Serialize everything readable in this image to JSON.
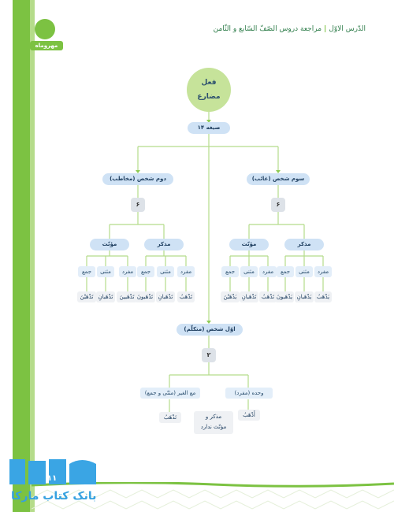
{
  "header": {
    "lesson": "الدّرس الاوّل",
    "title": "مراجعة دروس الصّفّ السّابع و الثّامن"
  },
  "logo": {
    "text": "مهروماه"
  },
  "page_number": "۱۱",
  "watermark": {
    "text": "بانک کتاب مارکا"
  },
  "colors": {
    "accent_green": "#7cc242",
    "pill_blue": "#cfe2f5",
    "text_blue": "#1f3f60"
  },
  "diagram": {
    "root": {
      "line1": "فعل",
      "line2": "مضارع"
    },
    "total": "۱۴ صیغه",
    "third_person": {
      "title": "سوم شخص (غائب)",
      "count": "۶",
      "masc": {
        "title": "مذکر",
        "cells": [
          "مفرد",
          "مثنی",
          "جمع"
        ],
        "forms": [
          "يَذْهَبُ",
          "يَذْهَبانِ",
          "يَذْهَبونَ"
        ]
      },
      "fem": {
        "title": "مؤنّث",
        "cells": [
          "مفرد",
          "مثنی",
          "جمع"
        ],
        "forms": [
          "تَذْهَبُ",
          "تَذْهَبانِ",
          "يَذْهَبْنَ"
        ]
      }
    },
    "second_person": {
      "title": "دوم شخص (مخاطب)",
      "count": "۶",
      "masc": {
        "title": "مذکر",
        "cells": [
          "مفرد",
          "مثنی",
          "جمع"
        ],
        "forms": [
          "تَذْهَبُ",
          "تَذْهَبانِ",
          "تَذْهَبونَ"
        ]
      },
      "fem": {
        "title": "مؤنّث",
        "cells": [
          "مفرد",
          "مثنی",
          "جمع"
        ],
        "forms": [
          "تَذْهَبينَ",
          "تَذْهَبانِ",
          "تَذْهَبْنَ"
        ]
      }
    },
    "first_person": {
      "title": "اوّل شخص (متکلّم)",
      "count": "۲",
      "single": {
        "title": "وحده (مفرد)",
        "form": "أَذْهَبُ"
      },
      "plural": {
        "title": "مع الغیر (مثنّی و جمع)",
        "form": "نَذْهَبُ"
      },
      "note": {
        "line1": "مذکر و",
        "line2": "مؤنّث ندارد"
      }
    }
  }
}
